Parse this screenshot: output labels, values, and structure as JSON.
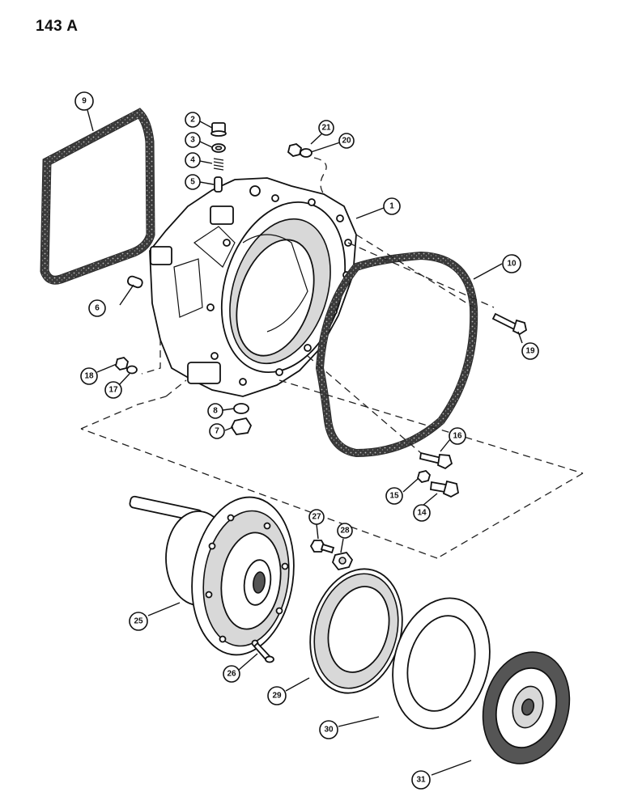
{
  "page_label": "143 A",
  "callouts": [
    "1",
    "2",
    "3",
    "4",
    "5",
    "6",
    "7",
    "8",
    "9",
    "10",
    "14",
    "15",
    "16",
    "17",
    "18",
    "19",
    "20",
    "21",
    "25",
    "26",
    "27",
    "28",
    "29",
    "30",
    "31"
  ]
}
